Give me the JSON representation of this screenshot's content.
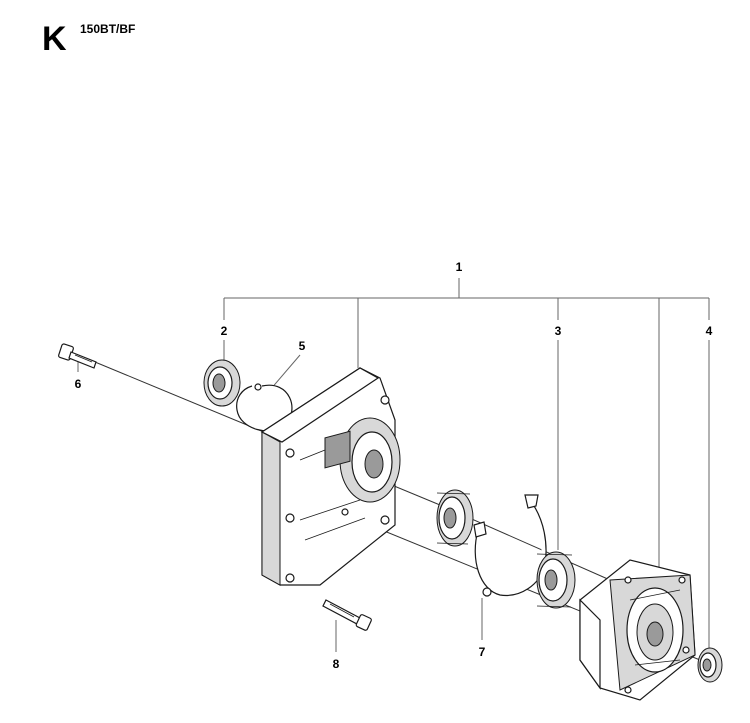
{
  "header": {
    "section": "K",
    "model": "150BT/BF"
  },
  "callouts": [
    {
      "id": "1",
      "label": "1"
    },
    {
      "id": "2",
      "label": "2"
    },
    {
      "id": "3",
      "label": "3"
    },
    {
      "id": "4",
      "label": "4"
    },
    {
      "id": "5",
      "label": "5"
    },
    {
      "id": "6",
      "label": "6"
    },
    {
      "id": "7",
      "label": "7"
    },
    {
      "id": "8",
      "label": "8"
    }
  ]
}
